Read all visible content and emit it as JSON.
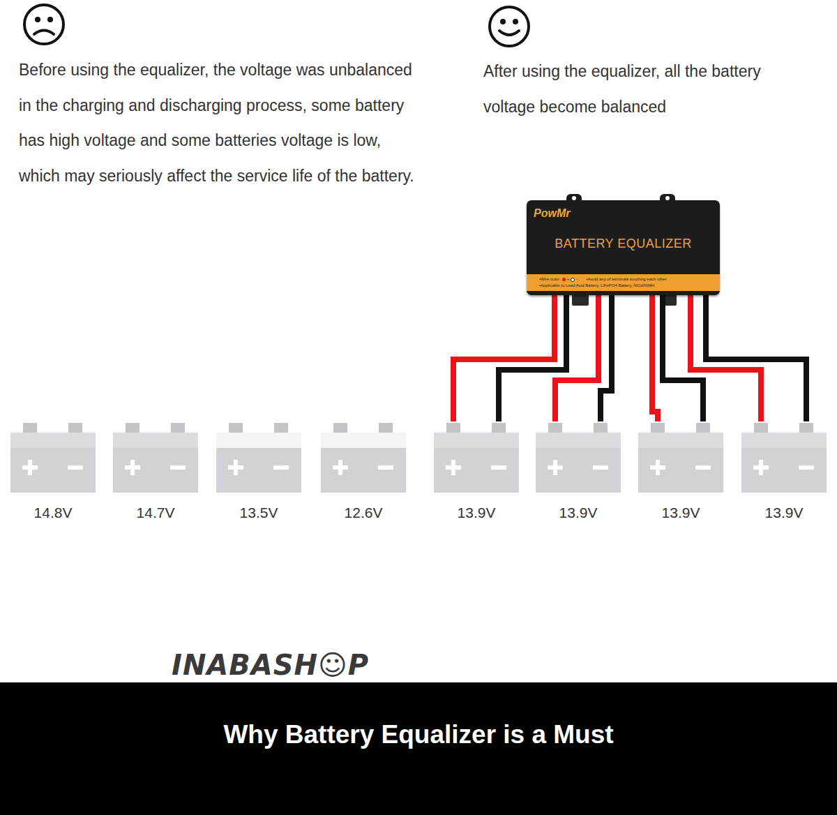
{
  "diagram": {
    "caption": "Why Battery Equalizer is a Must",
    "nodes": [
      {
        "text": [
          "PowMr",
          "BATTERY EQUALIZER",
          "•Wire color:",
          "+",
          "-",
          "•Avoid any of terminals touching each other",
          "•Applicable to Lead Acid Battery, LiFePO4 Battery, NiCd/NiMH"
        ]
      },
      {
        "text": [
          "14.8V"
        ]
      },
      {
        "text": [
          "14.7V"
        ]
      },
      {
        "text": [
          "13.5V"
        ]
      },
      {
        "text": [
          "12.6V"
        ]
      },
      {
        "text": [
          "13.9V"
        ]
      },
      {
        "text": [
          "13.9V"
        ]
      },
      {
        "text": [
          "13.9V"
        ]
      },
      {
        "text": [
          "13.9V"
        ]
      }
    ],
    "edges": [
      {
        "from": 0,
        "to": 5,
        "arrow": "none"
      },
      {
        "from": 0,
        "to": 5,
        "arrow": "none"
      },
      {
        "from": 0,
        "to": 6,
        "arrow": "none"
      },
      {
        "from": 0,
        "to": 6,
        "arrow": "none"
      },
      {
        "from": 0,
        "to": 7,
        "arrow": "none"
      },
      {
        "from": 0,
        "to": 7,
        "arrow": "none"
      },
      {
        "from": 0,
        "to": 8,
        "arrow": "none"
      },
      {
        "from": 0,
        "to": 8,
        "arrow": "none"
      }
    ],
    "labels": [
      "Before using the equalizer, the voltage was unbalanced in the charging and discharging process, some battery has high voltage and some batteries voltage is low, which may seriously affect the service life of the battery.",
      "After using the equalizer, all the battery voltage become balanced",
      "INABASH☺P"
    ]
  }
}
